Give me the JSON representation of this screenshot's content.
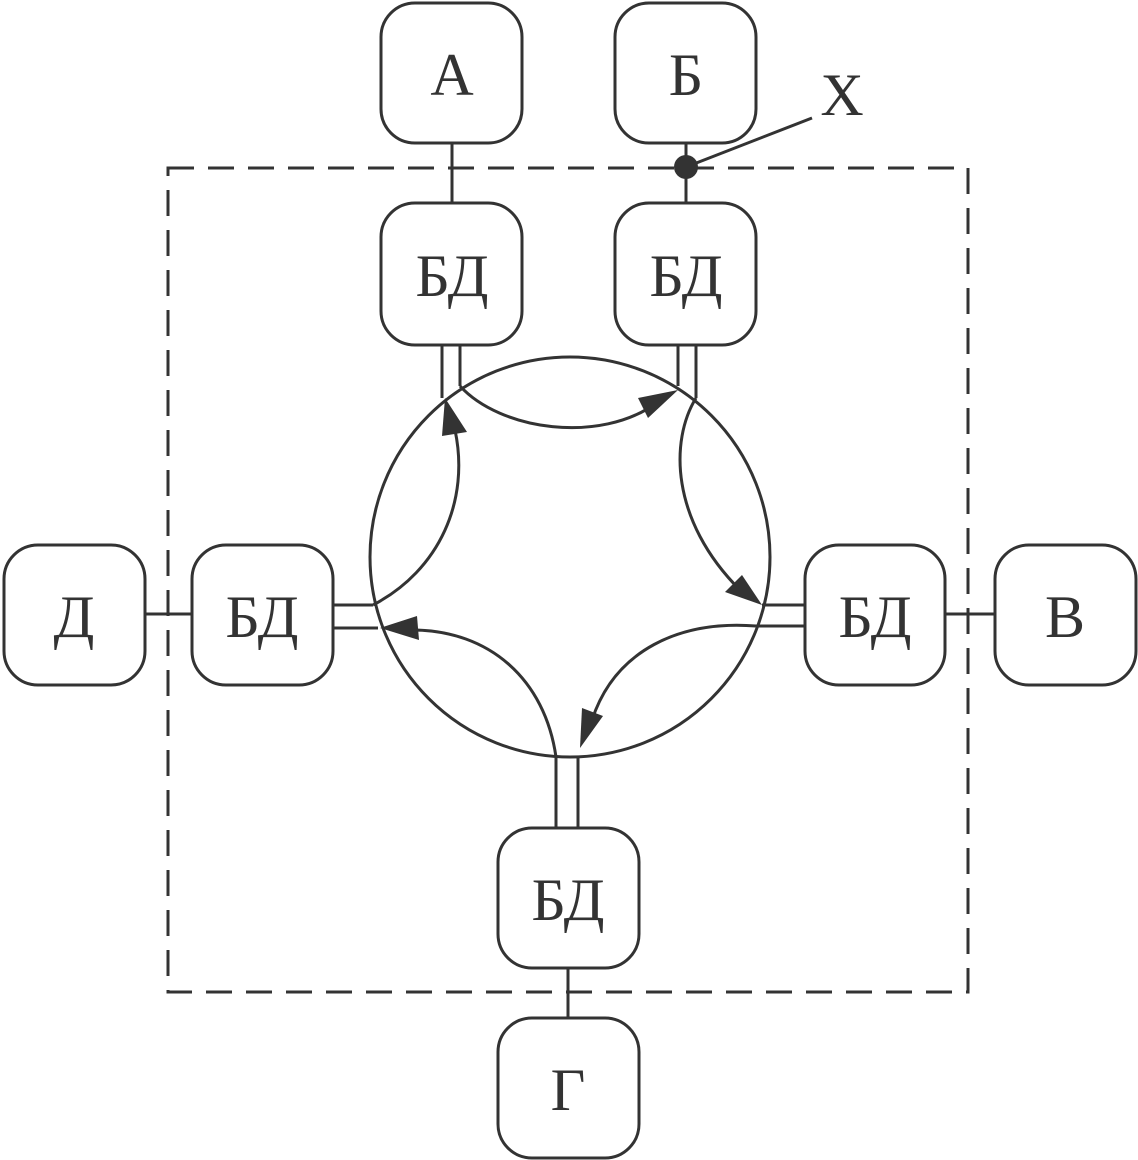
{
  "nodes": {
    "a": "А",
    "b": "Б",
    "v": "В",
    "g": "Г",
    "d": "Д"
  },
  "db_label": "БД",
  "point_label": "X",
  "colors": {
    "line": "#333333",
    "background": "#ffffff"
  }
}
